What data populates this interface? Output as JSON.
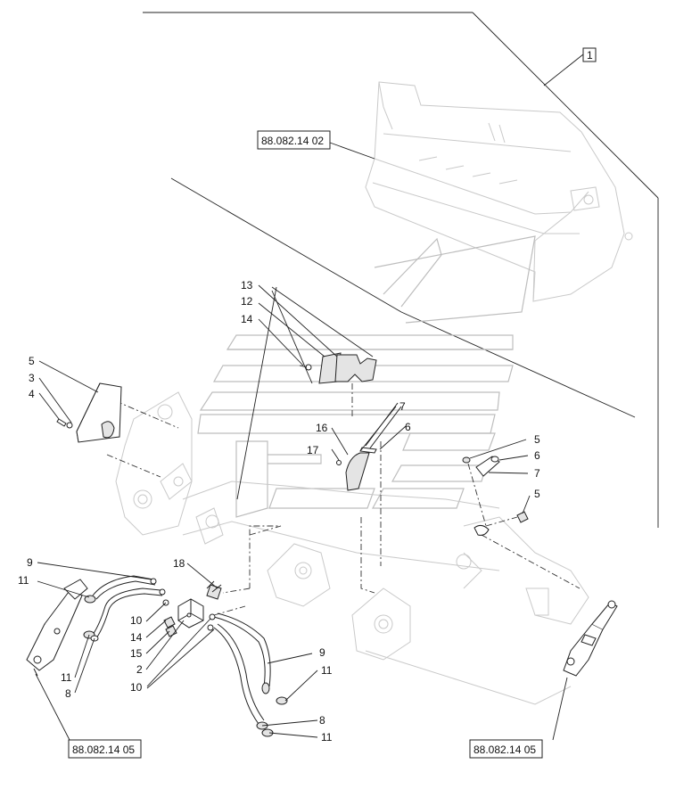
{
  "callouts": {
    "c1": "1",
    "c13": "13",
    "c12": "12",
    "c14a": "14",
    "c5a": "5",
    "c3": "3",
    "c4": "4",
    "c16": "16",
    "c7a": "7",
    "c6a": "6",
    "c17": "17",
    "c5b": "5",
    "c6b": "6",
    "c7b": "7",
    "c5c": "5",
    "c18": "18",
    "c9a": "9",
    "c11a": "11",
    "c10a": "10",
    "c14b": "14",
    "c15": "15",
    "c2": "2",
    "c10b": "10",
    "c11b": "11",
    "c8a": "8",
    "c9b": "9",
    "c11c": "11",
    "c8b": "8",
    "c11d": "11"
  },
  "references": {
    "ref_top": "88.082.14 02",
    "ref_left": "88.082.14 05",
    "ref_right": "88.082.14 05"
  }
}
